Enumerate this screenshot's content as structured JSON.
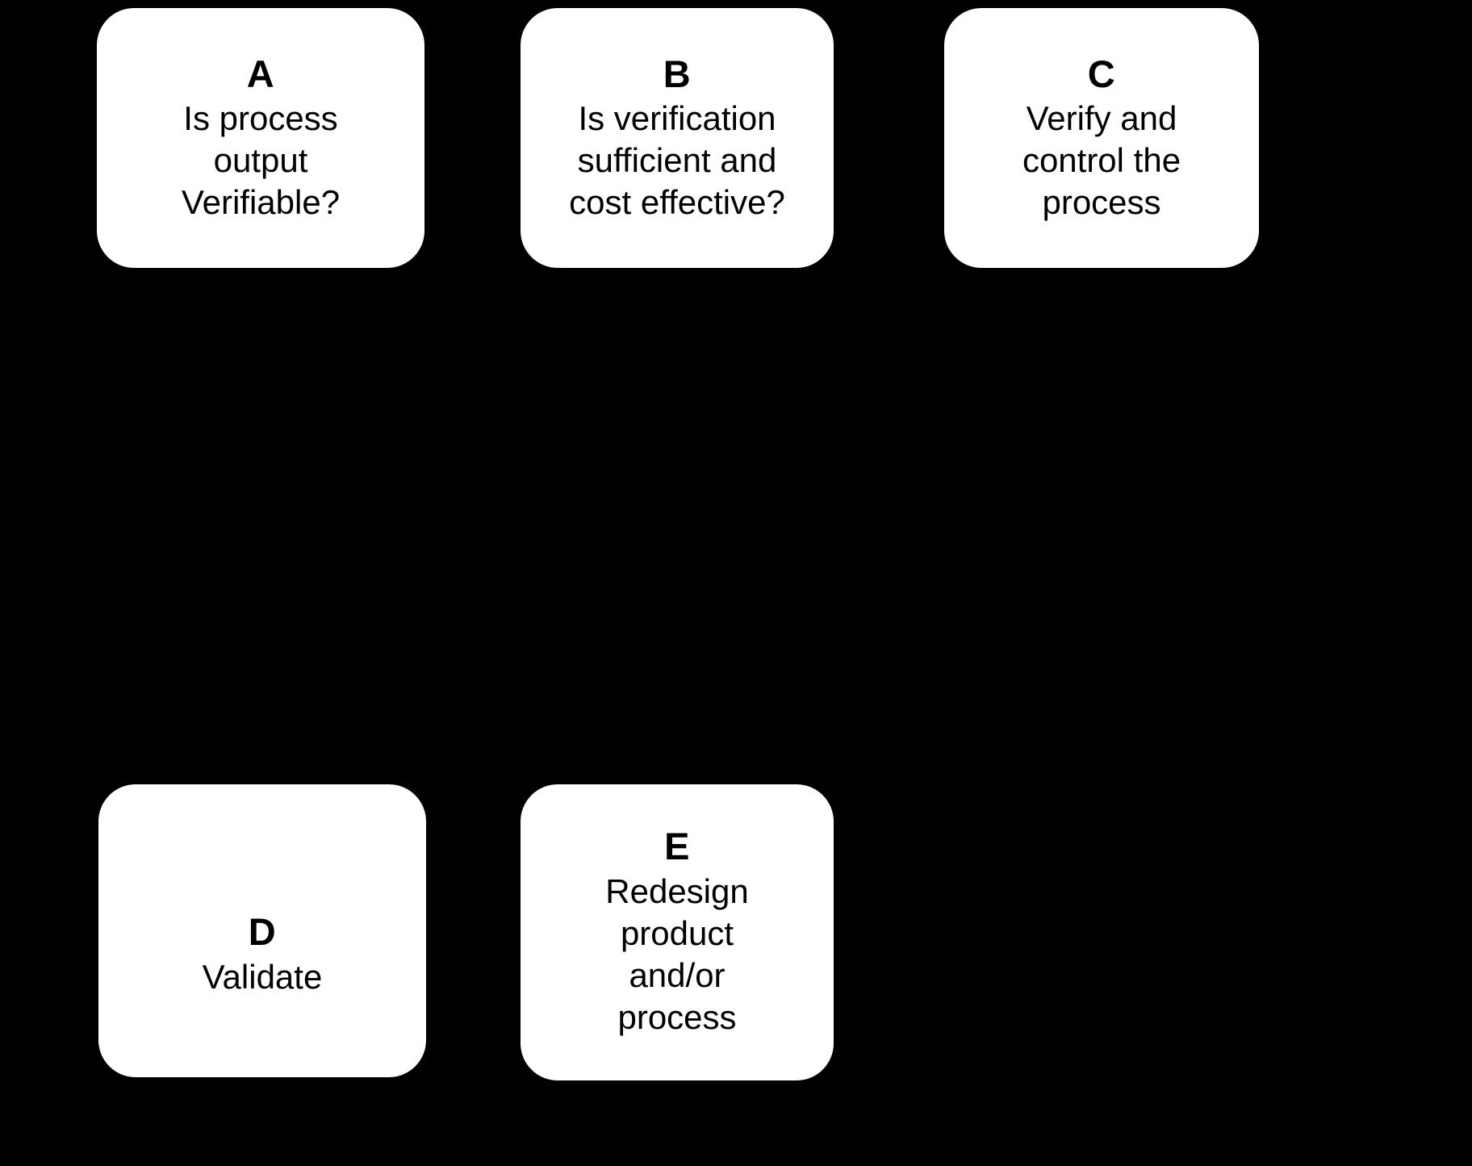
{
  "diagram": {
    "background_color": "#000000",
    "node_fill_color": "#ffffff",
    "node_text_color": "#000000",
    "nodes": [
      {
        "id": "A",
        "letter": "A",
        "text": "Is process\noutput\nVerifiable?",
        "kind": "decision"
      },
      {
        "id": "B",
        "letter": "B",
        "text": "Is verification\nsufficient and\ncost effective?",
        "kind": "decision"
      },
      {
        "id": "C",
        "letter": "C",
        "text": "Verify and\ncontrol the\nprocess",
        "kind": "action"
      },
      {
        "id": "D",
        "letter": "D",
        "text": "Validate",
        "kind": "action"
      },
      {
        "id": "E",
        "letter": "E",
        "text": "Redesign\nproduct\nand/or\nprocess",
        "kind": "action"
      }
    ]
  }
}
